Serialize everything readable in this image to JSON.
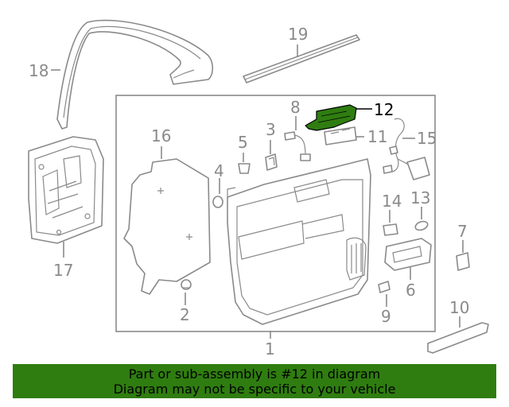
{
  "diagram": {
    "highlight_color": "#2f7d10",
    "callouts": [
      {
        "id": "1",
        "label": "1"
      },
      {
        "id": "2",
        "label": "2"
      },
      {
        "id": "3",
        "label": "3"
      },
      {
        "id": "4",
        "label": "4"
      },
      {
        "id": "5",
        "label": "5"
      },
      {
        "id": "6",
        "label": "6"
      },
      {
        "id": "7",
        "label": "7"
      },
      {
        "id": "8",
        "label": "8"
      },
      {
        "id": "9",
        "label": "9"
      },
      {
        "id": "10",
        "label": "10"
      },
      {
        "id": "11",
        "label": "11"
      },
      {
        "id": "12",
        "label": "12",
        "highlighted": true
      },
      {
        "id": "13",
        "label": "13"
      },
      {
        "id": "14",
        "label": "14"
      },
      {
        "id": "15",
        "label": "15"
      },
      {
        "id": "16",
        "label": "16"
      },
      {
        "id": "17",
        "label": "17"
      },
      {
        "id": "18",
        "label": "18"
      },
      {
        "id": "19",
        "label": "19"
      }
    ]
  },
  "banner": {
    "line1": "Part or sub-assembly is #12 in diagram",
    "line2": "Diagram may not be specific to your vehicle",
    "background": "#2f7d10"
  }
}
